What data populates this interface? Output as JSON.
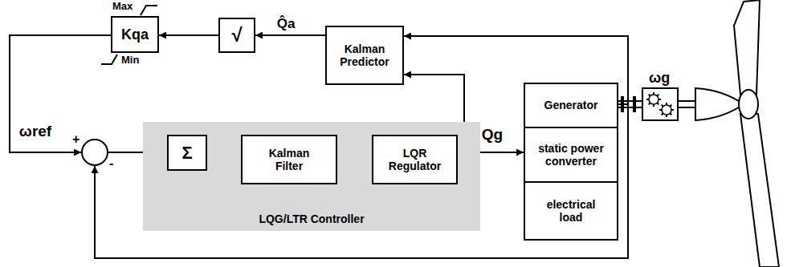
{
  "diagram": {
    "nodes": [
      {
        "text": [
          "Kqa"
        ]
      },
      {
        "text": [
          "√"
        ]
      },
      {
        "text": [
          "Kalman Predictor"
        ]
      },
      {
        "text": [
          "Generator"
        ]
      },
      {
        "text": [
          "+",
          "-"
        ]
      },
      {
        "text": [
          "LQG/LTR Controller"
        ]
      },
      {
        "text": [
          "Σ"
        ],
        "in": 5
      },
      {
        "text": [
          "Kalman Filter"
        ],
        "in": 5
      },
      {
        "text": [
          "LQR Regulator"
        ],
        "in": 5
      },
      {
        "text": [
          "static power converter"
        ]
      },
      {
        "text": [
          "electrical load"
        ]
      }
    ],
    "edges": [
      {
        "from": 2,
        "to": 1,
        "arrow": "to",
        "label": "Q̂a"
      },
      {
        "from": 1,
        "to": 0,
        "arrow": "to"
      },
      {
        "from": 0,
        "to": 4,
        "arrow": "to",
        "label": "ωref"
      },
      {
        "from": 4,
        "to": 6,
        "arrow": "to"
      },
      {
        "from": 6,
        "to": 7,
        "arrow": "to"
      },
      {
        "from": 7,
        "to": 8,
        "arrow": "to"
      },
      {
        "from": 8,
        "to": 9,
        "arrow": "to",
        "label": "Qg"
      },
      {
        "from": 8,
        "to": 7,
        "arrow": "to"
      },
      {
        "from": 8,
        "to": 2,
        "arrow": "to"
      },
      {
        "from": 3,
        "to": 2,
        "arrow": "to"
      },
      {
        "from": 3,
        "to": 4,
        "arrow": "to"
      }
    ],
    "labels": [
      "Max",
      "Min",
      "ωg"
    ]
  }
}
